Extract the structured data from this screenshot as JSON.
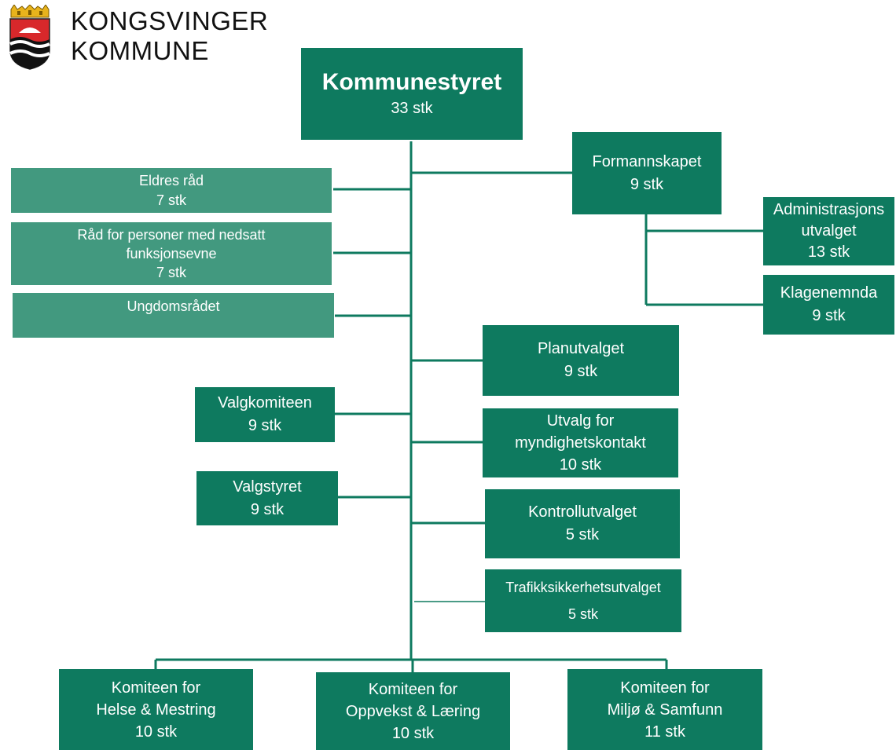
{
  "header": {
    "name_line1": "KONGSVINGER",
    "name_line2": "KOMMUNE"
  },
  "colors": {
    "dark_green": "#0e7a5f",
    "light_green": "#42997f",
    "line": "#0e7a5f"
  },
  "logo": {
    "icon": "coat-of-arms-icon"
  },
  "chart_data": {
    "type": "org-chart",
    "root": {
      "name": "Kommunestyret",
      "count": "33 stk"
    },
    "left_branches": [
      {
        "name": "Eldres råd",
        "count": "7 stk"
      },
      {
        "name_line1": "Råd for personer med nedsatt",
        "name_line2": "funksjonsevne",
        "count": "7 stk"
      },
      {
        "name": "Ungdomsrådet"
      },
      {
        "name": "Valgkomiteen",
        "count": "9 stk"
      },
      {
        "name": "Valgstyret",
        "count": "9 stk"
      }
    ],
    "right_branches": [
      {
        "name": "Formannskapet",
        "count": "9 stk",
        "children": [
          {
            "name_line1": "Administrasjons",
            "name_line2": "utvalget",
            "count": "13 stk"
          },
          {
            "name": "Klagenemnda",
            "count": "9 stk"
          }
        ]
      },
      {
        "name": "Planutvalget",
        "count": "9 stk"
      },
      {
        "name_line1": "Utvalg for",
        "name_line2": "myndighetskontakt",
        "count": "10 stk"
      },
      {
        "name": "Kontrollutvalget",
        "count": "5 stk"
      },
      {
        "name": "Trafikksikkerhetsutvalget",
        "count": "5 stk"
      }
    ],
    "bottom_committees": [
      {
        "name_line1": "Komiteen for",
        "name_line2": "Helse & Mestring",
        "count": "10 stk"
      },
      {
        "name_line1": "Komiteen for",
        "name_line2": "Oppvekst & Læring",
        "count": "10 stk"
      },
      {
        "name_line1": "Komiteen for",
        "name_line2": "Miljø & Samfunn",
        "count": "11 stk"
      }
    ]
  }
}
